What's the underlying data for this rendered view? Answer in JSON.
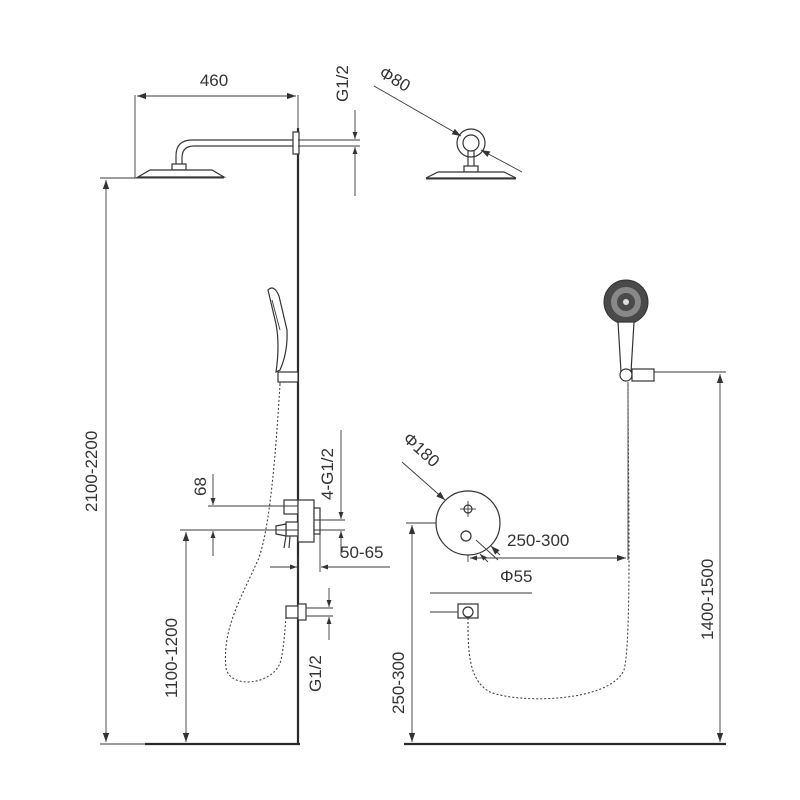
{
  "labels": {
    "arm_length": "460",
    "head_inlet": "G1/2",
    "flange_dia": "Φ80",
    "total_height": "2100-2200",
    "valve_height": "1100-1200",
    "spacing": "68",
    "inlets": "4-G1/2",
    "recess_depth": "50-65",
    "outlet_thread": "G1/2",
    "cover_dia": "Φ180",
    "holder_offset": "250-300",
    "spout_flange": "Φ55",
    "spout_height": "250-300",
    "holder_height": "1400-1500"
  },
  "colors": {
    "line": "#3a3a3a",
    "background": "#ffffff"
  }
}
